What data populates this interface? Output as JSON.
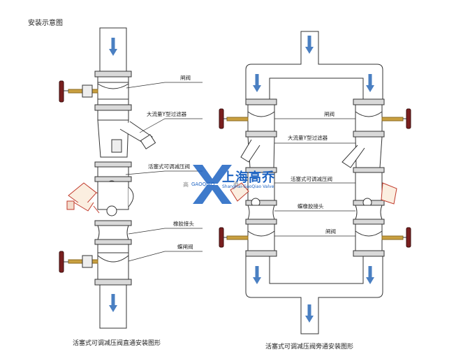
{
  "title": "安装示意图",
  "left": {
    "labels": {
      "gate_valve": "闸阀",
      "y_strainer": "大流量Y型过滤器",
      "prv": "活塞式可调减压阀",
      "rubber_joint": "橡胶接头",
      "butterfly_valve": "蝶闸阀"
    },
    "caption": "活塞式可调减压阀直通安装图形"
  },
  "right": {
    "labels": {
      "gate_valve_top": "闸阀",
      "y_strainer": "大流量Y型过滤器",
      "prv": "活塞式可调减压阀",
      "rubber_joint": "蝶橡胶接头",
      "gate_valve_bottom": "闸阀"
    },
    "caption": "活塞式可调减压阀旁通安装图形"
  },
  "watermark": {
    "brand_cn": "上海高乔",
    "brand_en": "GAOQIAO",
    "small_left": "高",
    "small_right": "乔",
    "tagline": "Shanghai-GaoQiao Valve"
  },
  "colors": {
    "line": "#333333",
    "accent": "#1d63c2",
    "pipe": "#ffffff",
    "flange": "#d9d9d9",
    "arrow": "#4a7fc2",
    "handwheel": "#7a1f1f",
    "stem": "#c9a040",
    "red_outline": "#c0392b"
  }
}
